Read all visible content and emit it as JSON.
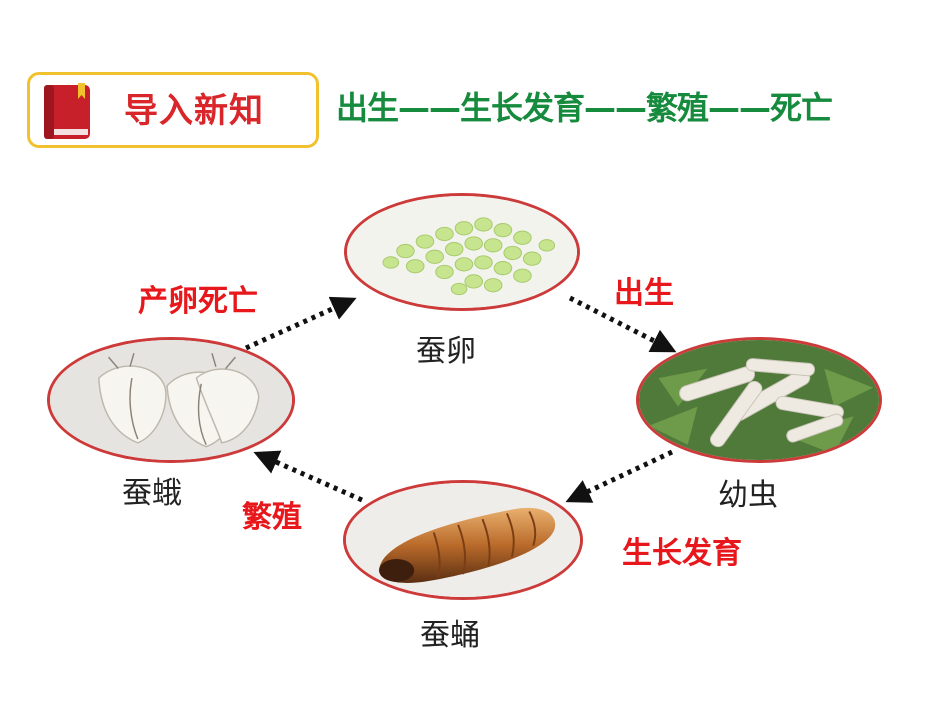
{
  "header": {
    "title": "导入新知",
    "flow_text": "出生——生长发育——繁殖——死亡"
  },
  "stages": {
    "egg": "蚕卵",
    "larva": "幼虫",
    "pupa": "蚕蛹",
    "moth": "蚕蛾"
  },
  "transitions": {
    "egg_to_larva": "出生",
    "larva_to_pupa": "生长发育",
    "pupa_to_moth": "繁殖",
    "moth_to_egg": "产卵死亡"
  },
  "colors": {
    "header_border": "#f2c12e",
    "header_text": "#d9262b",
    "flow_text": "#168a3d",
    "transition_text": "#e8171c",
    "node_border": "#cc3a3a",
    "arrow": "#111111"
  },
  "icons": {
    "header": "book-icon"
  }
}
